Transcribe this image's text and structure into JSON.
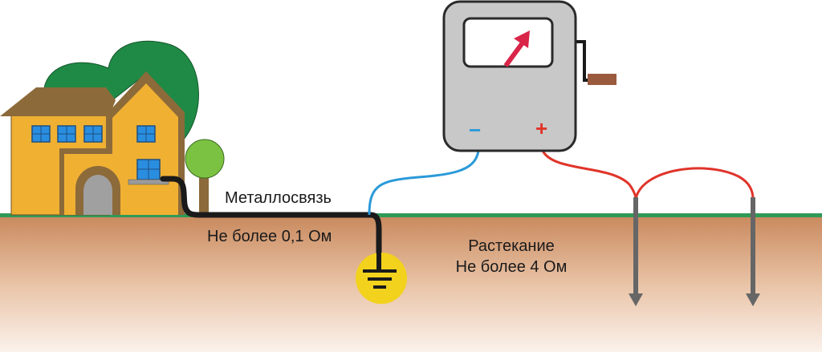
{
  "labels": {
    "metal_bond": "Металлосвязь",
    "metal_bond_limit": "Не более 0,1 Ом",
    "spreading": "Растекание",
    "spreading_limit": "Не более 4 Ом"
  },
  "meter": {
    "minus_sign": "−",
    "plus_sign": "+"
  },
  "colors": {
    "soil": "#c98a5e",
    "grass": "#2f9a57",
    "house": "#f0b032",
    "roof": "#8c6a3a",
    "negative_wire": "#2a9ad8",
    "positive_wire": "#e0342a",
    "meter_body": "#c8c8c8"
  }
}
